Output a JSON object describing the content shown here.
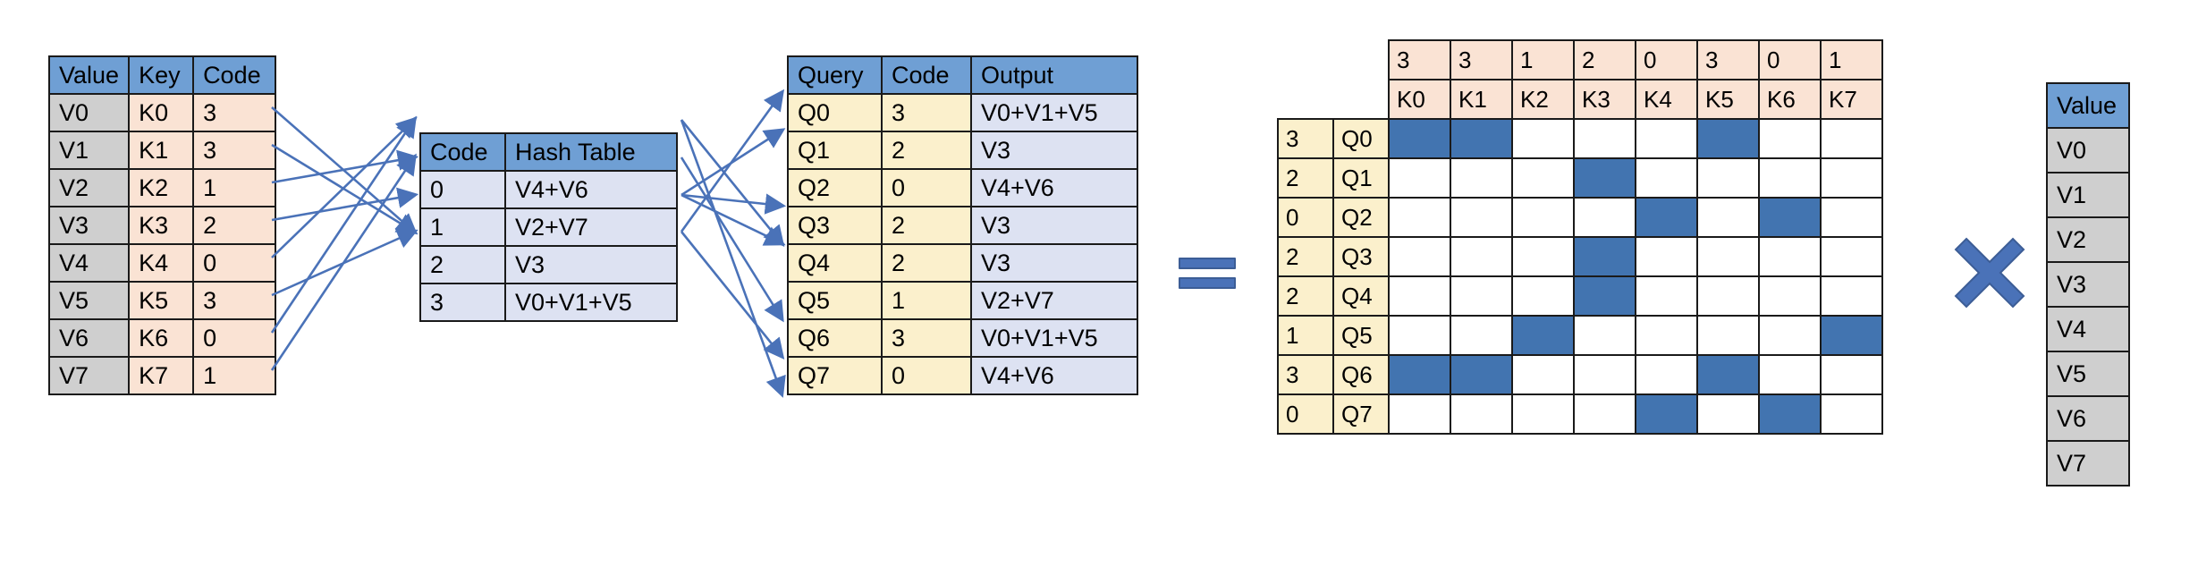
{
  "colors": {
    "header_blue": "#6f9fd4",
    "cell_blue": "#4274b0",
    "peach": "#fae3d4",
    "grey": "#cfcfcf",
    "lavender": "#dde2f2",
    "cream": "#fbf0cc",
    "arrow": "#4a72b8",
    "border": "#1a1a1a"
  },
  "kv_table": {
    "headers": [
      "Value",
      "Key",
      "Code"
    ],
    "rows": [
      [
        "V0",
        "K0",
        "3"
      ],
      [
        "V1",
        "K1",
        "3"
      ],
      [
        "V2",
        "K2",
        "1"
      ],
      [
        "V3",
        "K3",
        "2"
      ],
      [
        "V4",
        "K4",
        "0"
      ],
      [
        "V5",
        "K5",
        "3"
      ],
      [
        "V6",
        "K6",
        "0"
      ],
      [
        "V7",
        "K7",
        "1"
      ]
    ]
  },
  "hash_table": {
    "headers": [
      "Code",
      "Hash Table"
    ],
    "rows": [
      [
        "0",
        "V4+V6"
      ],
      [
        "1",
        "V2+V7"
      ],
      [
        "2",
        "V3"
      ],
      [
        "3",
        "V0+V1+V5"
      ]
    ]
  },
  "query_table": {
    "headers": [
      "Query",
      "Code",
      "Output"
    ],
    "rows": [
      [
        "Q0",
        "3",
        "V0+V1+V5"
      ],
      [
        "Q1",
        "2",
        "V3"
      ],
      [
        "Q2",
        "0",
        "V4+V6"
      ],
      [
        "Q3",
        "2",
        "V3"
      ],
      [
        "Q4",
        "2",
        "V3"
      ],
      [
        "Q5",
        "1",
        "V2+V7"
      ],
      [
        "Q6",
        "3",
        "V0+V1+V5"
      ],
      [
        "Q7",
        "0",
        "V4+V6"
      ]
    ]
  },
  "matrix": {
    "col_codes": [
      "3",
      "3",
      "1",
      "2",
      "0",
      "3",
      "0",
      "1"
    ],
    "col_keys": [
      "K0",
      "K1",
      "K2",
      "K3",
      "K4",
      "K5",
      "K6",
      "K7"
    ],
    "row_codes": [
      "3",
      "2",
      "0",
      "2",
      "2",
      "1",
      "3",
      "0"
    ],
    "row_queries": [
      "Q0",
      "Q1",
      "Q2",
      "Q3",
      "Q4",
      "Q5",
      "Q6",
      "Q7"
    ],
    "cells": [
      [
        1,
        1,
        0,
        0,
        0,
        1,
        0,
        0
      ],
      [
        0,
        0,
        0,
        1,
        0,
        0,
        0,
        0
      ],
      [
        0,
        0,
        0,
        0,
        1,
        0,
        1,
        0
      ],
      [
        0,
        0,
        0,
        1,
        0,
        0,
        0,
        0
      ],
      [
        0,
        0,
        0,
        1,
        0,
        0,
        0,
        0
      ],
      [
        0,
        0,
        1,
        0,
        0,
        0,
        0,
        1
      ],
      [
        1,
        1,
        0,
        0,
        0,
        1,
        0,
        0
      ],
      [
        0,
        0,
        0,
        0,
        1,
        0,
        1,
        0
      ]
    ]
  },
  "values_table": {
    "headers": [
      "Value"
    ],
    "rows": [
      "V0",
      "V1",
      "V2",
      "V3",
      "V4",
      "V5",
      "V6",
      "V7"
    ]
  },
  "operators": {
    "equals": "equals-sign",
    "multiply": "multiply-sign"
  }
}
